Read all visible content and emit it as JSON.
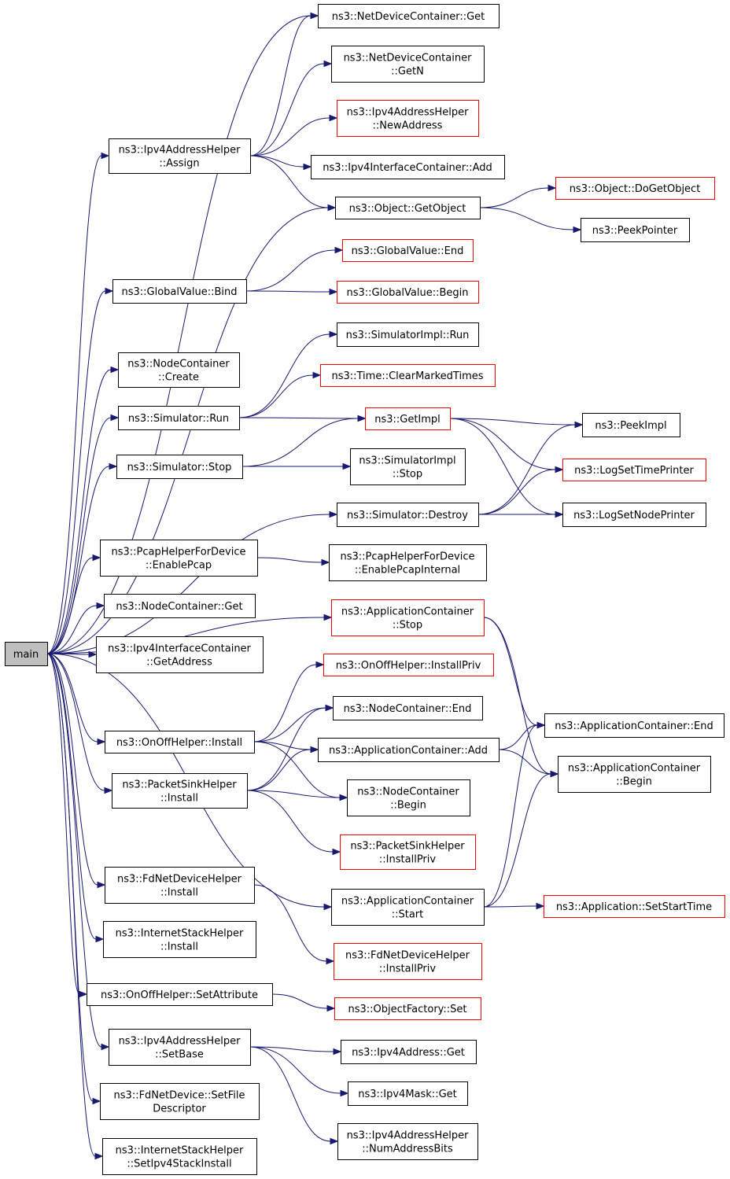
{
  "diagram": {
    "nodes": [
      {
        "id": "main",
        "lines": [
          "main"
        ],
        "style": "root"
      },
      {
        "id": "ndc_get",
        "lines": [
          "ns3::NetDeviceContainer::Get"
        ],
        "style": "black"
      },
      {
        "id": "ndc_getn",
        "lines": [
          "ns3::NetDeviceContainer",
          "::GetN"
        ],
        "style": "black"
      },
      {
        "id": "ipv4ah_newaddress",
        "lines": [
          "ns3::Ipv4AddressHelper",
          "::NewAddress"
        ],
        "style": "red"
      },
      {
        "id": "ipv4ah_assign",
        "lines": [
          "ns3::Ipv4AddressHelper",
          "::Assign"
        ],
        "style": "black"
      },
      {
        "id": "ipv4ic_add",
        "lines": [
          "ns3::Ipv4InterfaceContainer::Add"
        ],
        "style": "black"
      },
      {
        "id": "object_dogetobject",
        "lines": [
          "ns3::Object::DoGetObject"
        ],
        "style": "red"
      },
      {
        "id": "object_getobject",
        "lines": [
          "ns3::Object::GetObject"
        ],
        "style": "black"
      },
      {
        "id": "peekpointer",
        "lines": [
          "ns3::PeekPointer"
        ],
        "style": "black"
      },
      {
        "id": "gv_end",
        "lines": [
          "ns3::GlobalValue::End"
        ],
        "style": "red"
      },
      {
        "id": "gv_bind",
        "lines": [
          "ns3::GlobalValue::Bind"
        ],
        "style": "black"
      },
      {
        "id": "gv_begin",
        "lines": [
          "ns3::GlobalValue::Begin"
        ],
        "style": "red"
      },
      {
        "id": "simimpl_run",
        "lines": [
          "ns3::SimulatorImpl::Run"
        ],
        "style": "black"
      },
      {
        "id": "nc_create",
        "lines": [
          "ns3::NodeContainer",
          "::Create"
        ],
        "style": "black"
      },
      {
        "id": "time_clear",
        "lines": [
          "ns3::Time::ClearMarkedTimes"
        ],
        "style": "red"
      },
      {
        "id": "sim_run",
        "lines": [
          "ns3::Simulator::Run"
        ],
        "style": "black"
      },
      {
        "id": "getimpl",
        "lines": [
          "ns3::GetImpl"
        ],
        "style": "red"
      },
      {
        "id": "peekimpl",
        "lines": [
          "ns3::PeekImpl"
        ],
        "style": "black"
      },
      {
        "id": "sim_stop",
        "lines": [
          "ns3::Simulator::Stop"
        ],
        "style": "black"
      },
      {
        "id": "simimpl_stop",
        "lines": [
          "ns3::SimulatorImpl",
          "::Stop"
        ],
        "style": "black"
      },
      {
        "id": "logsettime",
        "lines": [
          "ns3::LogSetTimePrinter"
        ],
        "style": "red"
      },
      {
        "id": "sim_destroy",
        "lines": [
          "ns3::Simulator::Destroy"
        ],
        "style": "black"
      },
      {
        "id": "logsetnode",
        "lines": [
          "ns3::LogSetNodePrinter"
        ],
        "style": "black"
      },
      {
        "id": "pcap_enable",
        "lines": [
          "ns3::PcapHelperForDevice",
          "::EnablePcap"
        ],
        "style": "black"
      },
      {
        "id": "pcap_internal",
        "lines": [
          "ns3::PcapHelperForDevice",
          "::EnablePcapInternal"
        ],
        "style": "black"
      },
      {
        "id": "nc_get",
        "lines": [
          "ns3::NodeContainer::Get"
        ],
        "style": "black"
      },
      {
        "id": "appc_stop",
        "lines": [
          "ns3::ApplicationContainer",
          "::Stop"
        ],
        "style": "red"
      },
      {
        "id": "ipv4ic_getaddress",
        "lines": [
          "ns3::Ipv4InterfaceContainer",
          "::GetAddress"
        ],
        "style": "black"
      },
      {
        "id": "onoff_installpriv",
        "lines": [
          "ns3::OnOffHelper::InstallPriv"
        ],
        "style": "red"
      },
      {
        "id": "nc_end",
        "lines": [
          "ns3::NodeContainer::End"
        ],
        "style": "black"
      },
      {
        "id": "onoff_install",
        "lines": [
          "ns3::OnOffHelper::Install"
        ],
        "style": "black"
      },
      {
        "id": "appc_add",
        "lines": [
          "ns3::ApplicationContainer::Add"
        ],
        "style": "black"
      },
      {
        "id": "appc_end",
        "lines": [
          "ns3::ApplicationContainer::End"
        ],
        "style": "black"
      },
      {
        "id": "appc_begin",
        "lines": [
          "ns3::ApplicationContainer",
          "::Begin"
        ],
        "style": "black"
      },
      {
        "id": "psh_install",
        "lines": [
          "ns3::PacketSinkHelper",
          "::Install"
        ],
        "style": "black"
      },
      {
        "id": "nc_begin",
        "lines": [
          "ns3::NodeContainer",
          "::Begin"
        ],
        "style": "black"
      },
      {
        "id": "psh_installpriv",
        "lines": [
          "ns3::PacketSinkHelper",
          "::InstallPriv"
        ],
        "style": "red"
      },
      {
        "id": "fdndh_install",
        "lines": [
          "ns3::FdNetDeviceHelper",
          "::Install"
        ],
        "style": "black"
      },
      {
        "id": "appc_start",
        "lines": [
          "ns3::ApplicationContainer",
          "::Start"
        ],
        "style": "black"
      },
      {
        "id": "app_setstart",
        "lines": [
          "ns3::Application::SetStartTime"
        ],
        "style": "red"
      },
      {
        "id": "ish_install",
        "lines": [
          "ns3::InternetStackHelper",
          "::Install"
        ],
        "style": "black"
      },
      {
        "id": "fdndh_installpriv",
        "lines": [
          "ns3::FdNetDeviceHelper",
          "::InstallPriv"
        ],
        "style": "red"
      },
      {
        "id": "onoff_setattr",
        "lines": [
          "ns3::OnOffHelper::SetAttribute"
        ],
        "style": "black"
      },
      {
        "id": "objfactory_set",
        "lines": [
          "ns3::ObjectFactory::Set"
        ],
        "style": "red"
      },
      {
        "id": "ipv4ah_setbase",
        "lines": [
          "ns3::Ipv4AddressHelper",
          "::SetBase"
        ],
        "style": "black"
      },
      {
        "id": "ipv4addr_get",
        "lines": [
          "ns3::Ipv4Address::Get"
        ],
        "style": "black"
      },
      {
        "id": "ipv4mask_get",
        "lines": [
          "ns3::Ipv4Mask::Get"
        ],
        "style": "black"
      },
      {
        "id": "fdnd_setfile",
        "lines": [
          "ns3::FdNetDevice::SetFile",
          "Descriptor"
        ],
        "style": "black"
      },
      {
        "id": "ipv4ah_numbits",
        "lines": [
          "ns3::Ipv4AddressHelper",
          "::NumAddressBits"
        ],
        "style": "black"
      },
      {
        "id": "ish_setipv4",
        "lines": [
          "ns3::InternetStackHelper",
          "::SetIpv4StackInstall"
        ],
        "style": "black"
      }
    ],
    "edges": [
      [
        "main",
        "ndc_get"
      ],
      [
        "main",
        "ipv4ah_assign"
      ],
      [
        "main",
        "object_getobject"
      ],
      [
        "main",
        "gv_bind"
      ],
      [
        "main",
        "nc_create"
      ],
      [
        "main",
        "sim_run"
      ],
      [
        "main",
        "sim_stop"
      ],
      [
        "main",
        "sim_destroy"
      ],
      [
        "main",
        "pcap_enable"
      ],
      [
        "main",
        "nc_get"
      ],
      [
        "main",
        "ipv4ic_getaddress"
      ],
      [
        "main",
        "appc_stop"
      ],
      [
        "main",
        "onoff_install"
      ],
      [
        "main",
        "psh_install"
      ],
      [
        "main",
        "appc_start"
      ],
      [
        "main",
        "fdndh_install"
      ],
      [
        "main",
        "ish_install"
      ],
      [
        "main",
        "onoff_setattr"
      ],
      [
        "main",
        "ipv4ah_setbase"
      ],
      [
        "main",
        "fdnd_setfile"
      ],
      [
        "main",
        "ish_setipv4"
      ],
      [
        "ipv4ah_assign",
        "ndc_get"
      ],
      [
        "ipv4ah_assign",
        "ndc_getn"
      ],
      [
        "ipv4ah_assign",
        "ipv4ah_newaddress"
      ],
      [
        "ipv4ah_assign",
        "ipv4ic_add"
      ],
      [
        "ipv4ah_assign",
        "object_getobject"
      ],
      [
        "object_getobject",
        "object_dogetobject"
      ],
      [
        "object_getobject",
        "peekpointer"
      ],
      [
        "gv_bind",
        "gv_end"
      ],
      [
        "gv_bind",
        "gv_begin"
      ],
      [
        "sim_run",
        "simimpl_run"
      ],
      [
        "sim_run",
        "time_clear"
      ],
      [
        "sim_run",
        "getimpl"
      ],
      [
        "getimpl",
        "peekimpl"
      ],
      [
        "getimpl",
        "logsettime"
      ],
      [
        "getimpl",
        "logsetnode"
      ],
      [
        "sim_stop",
        "getimpl"
      ],
      [
        "sim_stop",
        "simimpl_stop"
      ],
      [
        "sim_destroy",
        "peekimpl"
      ],
      [
        "sim_destroy",
        "logsettime"
      ],
      [
        "sim_destroy",
        "logsetnode"
      ],
      [
        "pcap_enable",
        "pcap_internal"
      ],
      [
        "appc_stop",
        "appc_end"
      ],
      [
        "appc_stop",
        "appc_begin"
      ],
      [
        "onoff_install",
        "onoff_installpriv"
      ],
      [
        "onoff_install",
        "nc_end"
      ],
      [
        "onoff_install",
        "appc_add"
      ],
      [
        "onoff_install",
        "nc_begin"
      ],
      [
        "appc_add",
        "appc_end"
      ],
      [
        "appc_add",
        "appc_begin"
      ],
      [
        "psh_install",
        "nc_end"
      ],
      [
        "psh_install",
        "appc_add"
      ],
      [
        "psh_install",
        "nc_begin"
      ],
      [
        "psh_install",
        "psh_installpriv"
      ],
      [
        "appc_start",
        "appc_end"
      ],
      [
        "appc_start",
        "appc_begin"
      ],
      [
        "appc_start",
        "app_setstart"
      ],
      [
        "fdndh_install",
        "fdndh_installpriv"
      ],
      [
        "onoff_setattr",
        "objfactory_set"
      ],
      [
        "ipv4ah_setbase",
        "ipv4addr_get"
      ],
      [
        "ipv4ah_setbase",
        "ipv4mask_get"
      ],
      [
        "ipv4ah_setbase",
        "ipv4ah_numbits"
      ]
    ],
    "colors": {
      "edge": "#191970",
      "red_border": "#ff0000",
      "black_border": "#000000",
      "root_fill": "#bfbfbf"
    }
  }
}
